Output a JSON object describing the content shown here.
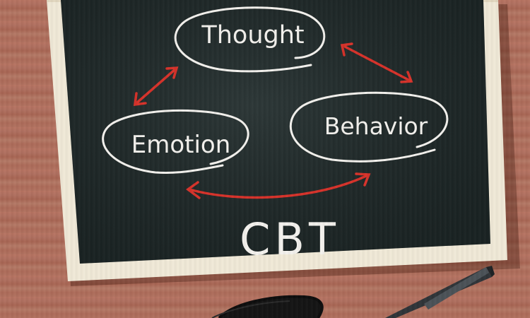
{
  "board": {
    "labels": {
      "thought": "Thought",
      "emotion": "Emotion",
      "behavior": "Behavior",
      "title": "CBT"
    }
  },
  "colors": {
    "wood_table": "#b07060",
    "board_frame": "#f1ead8",
    "chalkboard": "#1f2a2a",
    "chalk": "#f4f2ee",
    "arrow_red": "#d8322a",
    "pen": "#3a3f44",
    "glasses": "#1a1a1a"
  }
}
